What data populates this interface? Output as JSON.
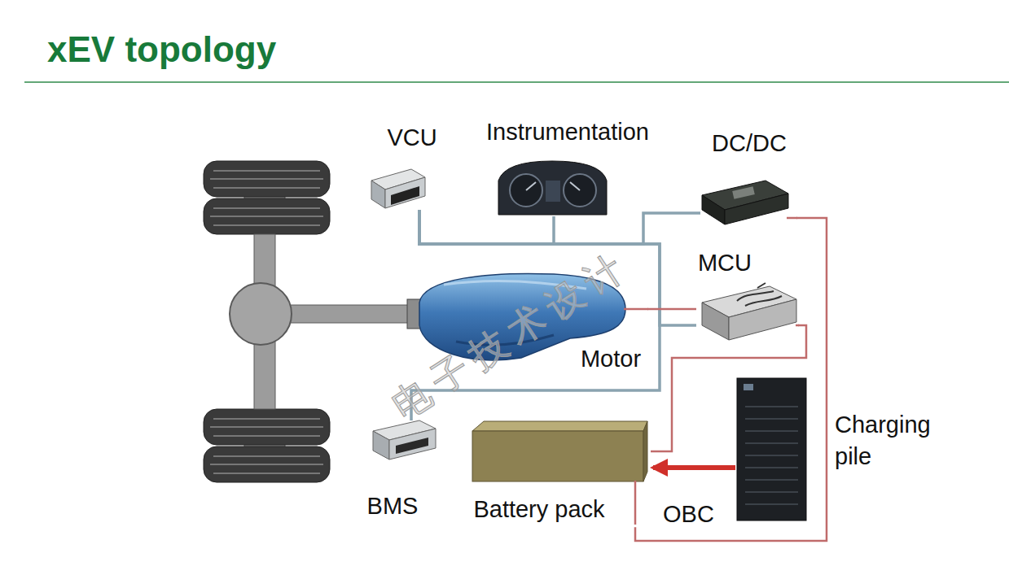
{
  "diagram": {
    "title": "xEV topology",
    "nodes": [
      {
        "text": [
          "VCU"
        ]
      },
      {
        "text": [
          "Instrumentation"
        ]
      },
      {
        "text": [
          "DC/DC"
        ]
      },
      {
        "text": [
          "MCU"
        ]
      },
      {
        "text": [
          "Motor"
        ]
      },
      {
        "text": [
          "Charging pile"
        ]
      },
      {
        "text": [
          "BMS"
        ]
      },
      {
        "text": [
          "Battery pack"
        ]
      }
    ],
    "edges": [
      {
        "from": 0,
        "to": 1,
        "arrow": "none"
      },
      {
        "from": 0,
        "to": 2,
        "arrow": "none"
      },
      {
        "from": 0,
        "to": 3,
        "arrow": "none"
      },
      {
        "from": 0,
        "to": 6,
        "arrow": "none"
      },
      {
        "from": 4,
        "to": 3,
        "arrow": "none"
      },
      {
        "from": 3,
        "to": 7,
        "arrow": "none"
      },
      {
        "from": 2,
        "to": 7,
        "arrow": "none"
      },
      {
        "from": 5,
        "to": 7,
        "label": "OBC",
        "arrow": "to"
      }
    ],
    "labels": [
      "电子技术设计"
    ]
  }
}
